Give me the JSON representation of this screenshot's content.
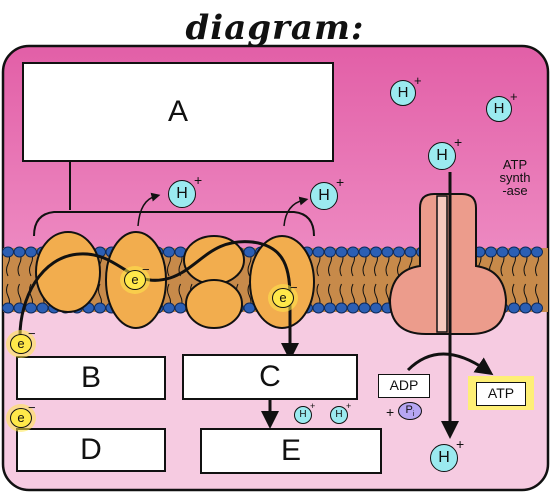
{
  "title": "diagram:",
  "boxes": {
    "a": "A",
    "b": "B",
    "c": "C",
    "d": "D",
    "e": "E"
  },
  "ions": {
    "proton": "H",
    "charge": "+",
    "electron": "e",
    "electron_charge": "−"
  },
  "atp_synthase": {
    "label_line1": "ATP",
    "label_line2": "synth",
    "label_line3": "-ase"
  },
  "reaction": {
    "adp": "ADP",
    "plus": "+",
    "pi": "P",
    "pi_sub": "i",
    "atp": "ATP"
  },
  "colors": {
    "intermembrane_space": "#e773b4",
    "matrix": "#f6cbe1",
    "protein": "#f2ad4e",
    "synthase": "#ec9c8c",
    "phospholipid_head": "#2c5fb4",
    "proton_ion": "#9beaf0",
    "electron": "#ffe84a"
  }
}
